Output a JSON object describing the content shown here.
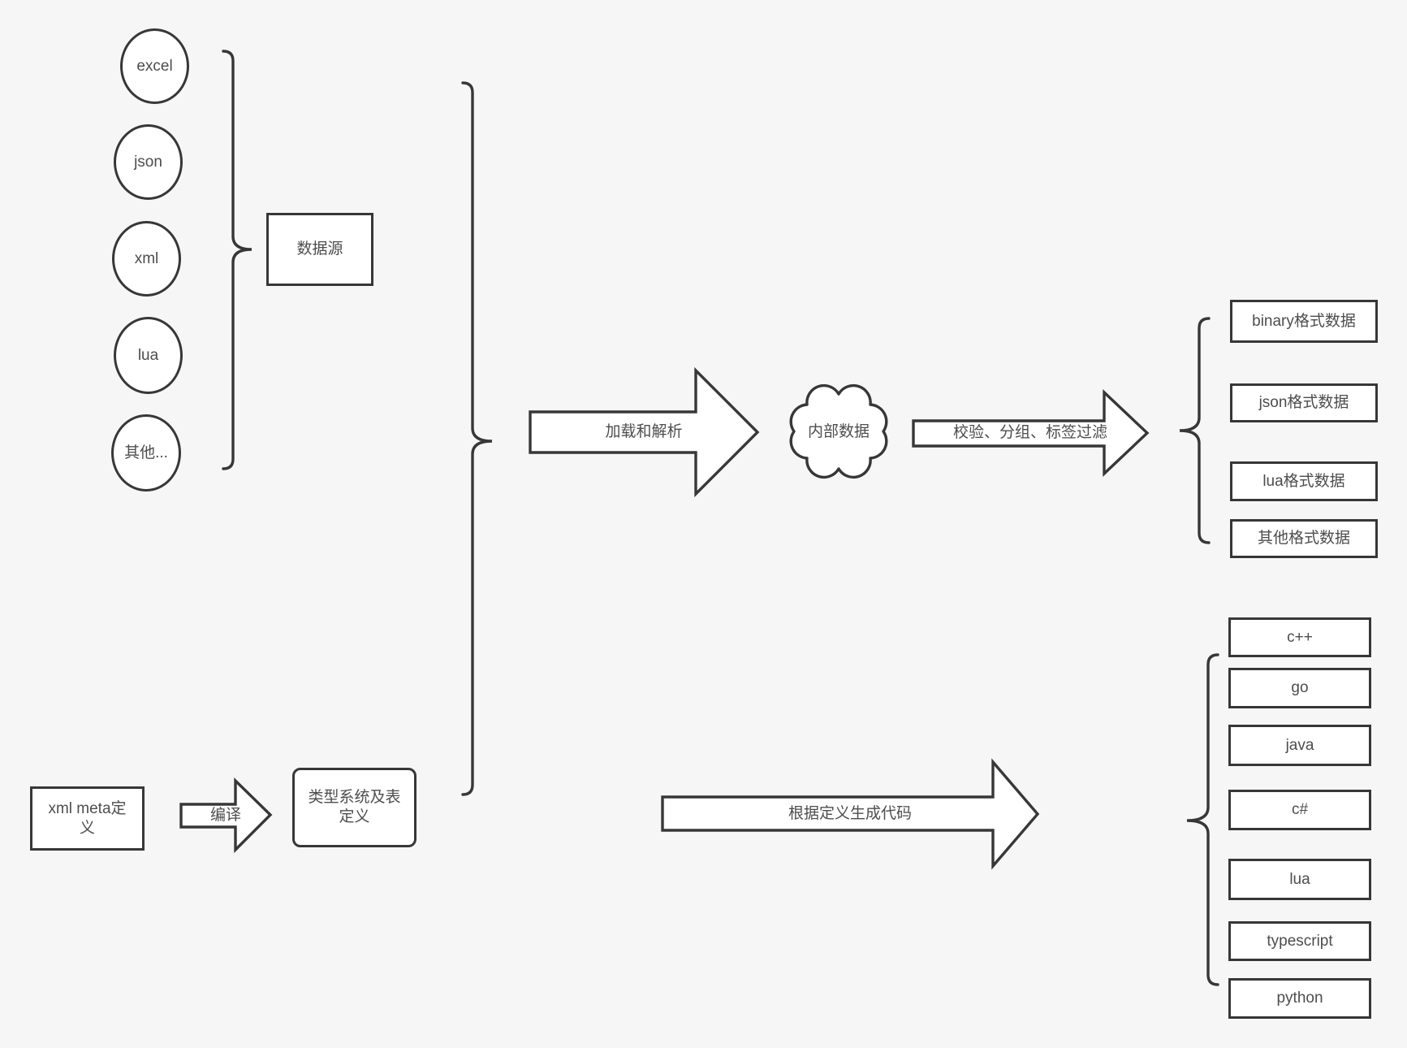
{
  "palette": {
    "background": "#f6f6f6",
    "line": "#373737",
    "shape_fill": "#ffffff",
    "text": "#4d4d4d"
  },
  "sources": {
    "circles": [
      {
        "label": "excel"
      },
      {
        "label": "json"
      },
      {
        "label": "xml"
      },
      {
        "label": "lua"
      },
      {
        "label": "其他..."
      }
    ],
    "group_box_label": "数据源"
  },
  "definitions": {
    "xml_meta_box_label": "xml meta定义",
    "compile_arrow_label": "编译",
    "type_system_box_label": "类型系统及表定义"
  },
  "pipeline": {
    "load_parse_arrow_label": "加载和解析",
    "internal_data_cloud_label": "内部数据",
    "filter_arrow_label": "校验、分组、标签过滤",
    "generate_code_arrow_label": "根据定义生成代码"
  },
  "outputs": {
    "data_formats": [
      "binary格式数据",
      "json格式数据",
      "lua格式数据",
      "其他格式数据"
    ],
    "languages": [
      "c++",
      "go",
      "java",
      "c#",
      "lua",
      "typescript",
      "python"
    ]
  }
}
